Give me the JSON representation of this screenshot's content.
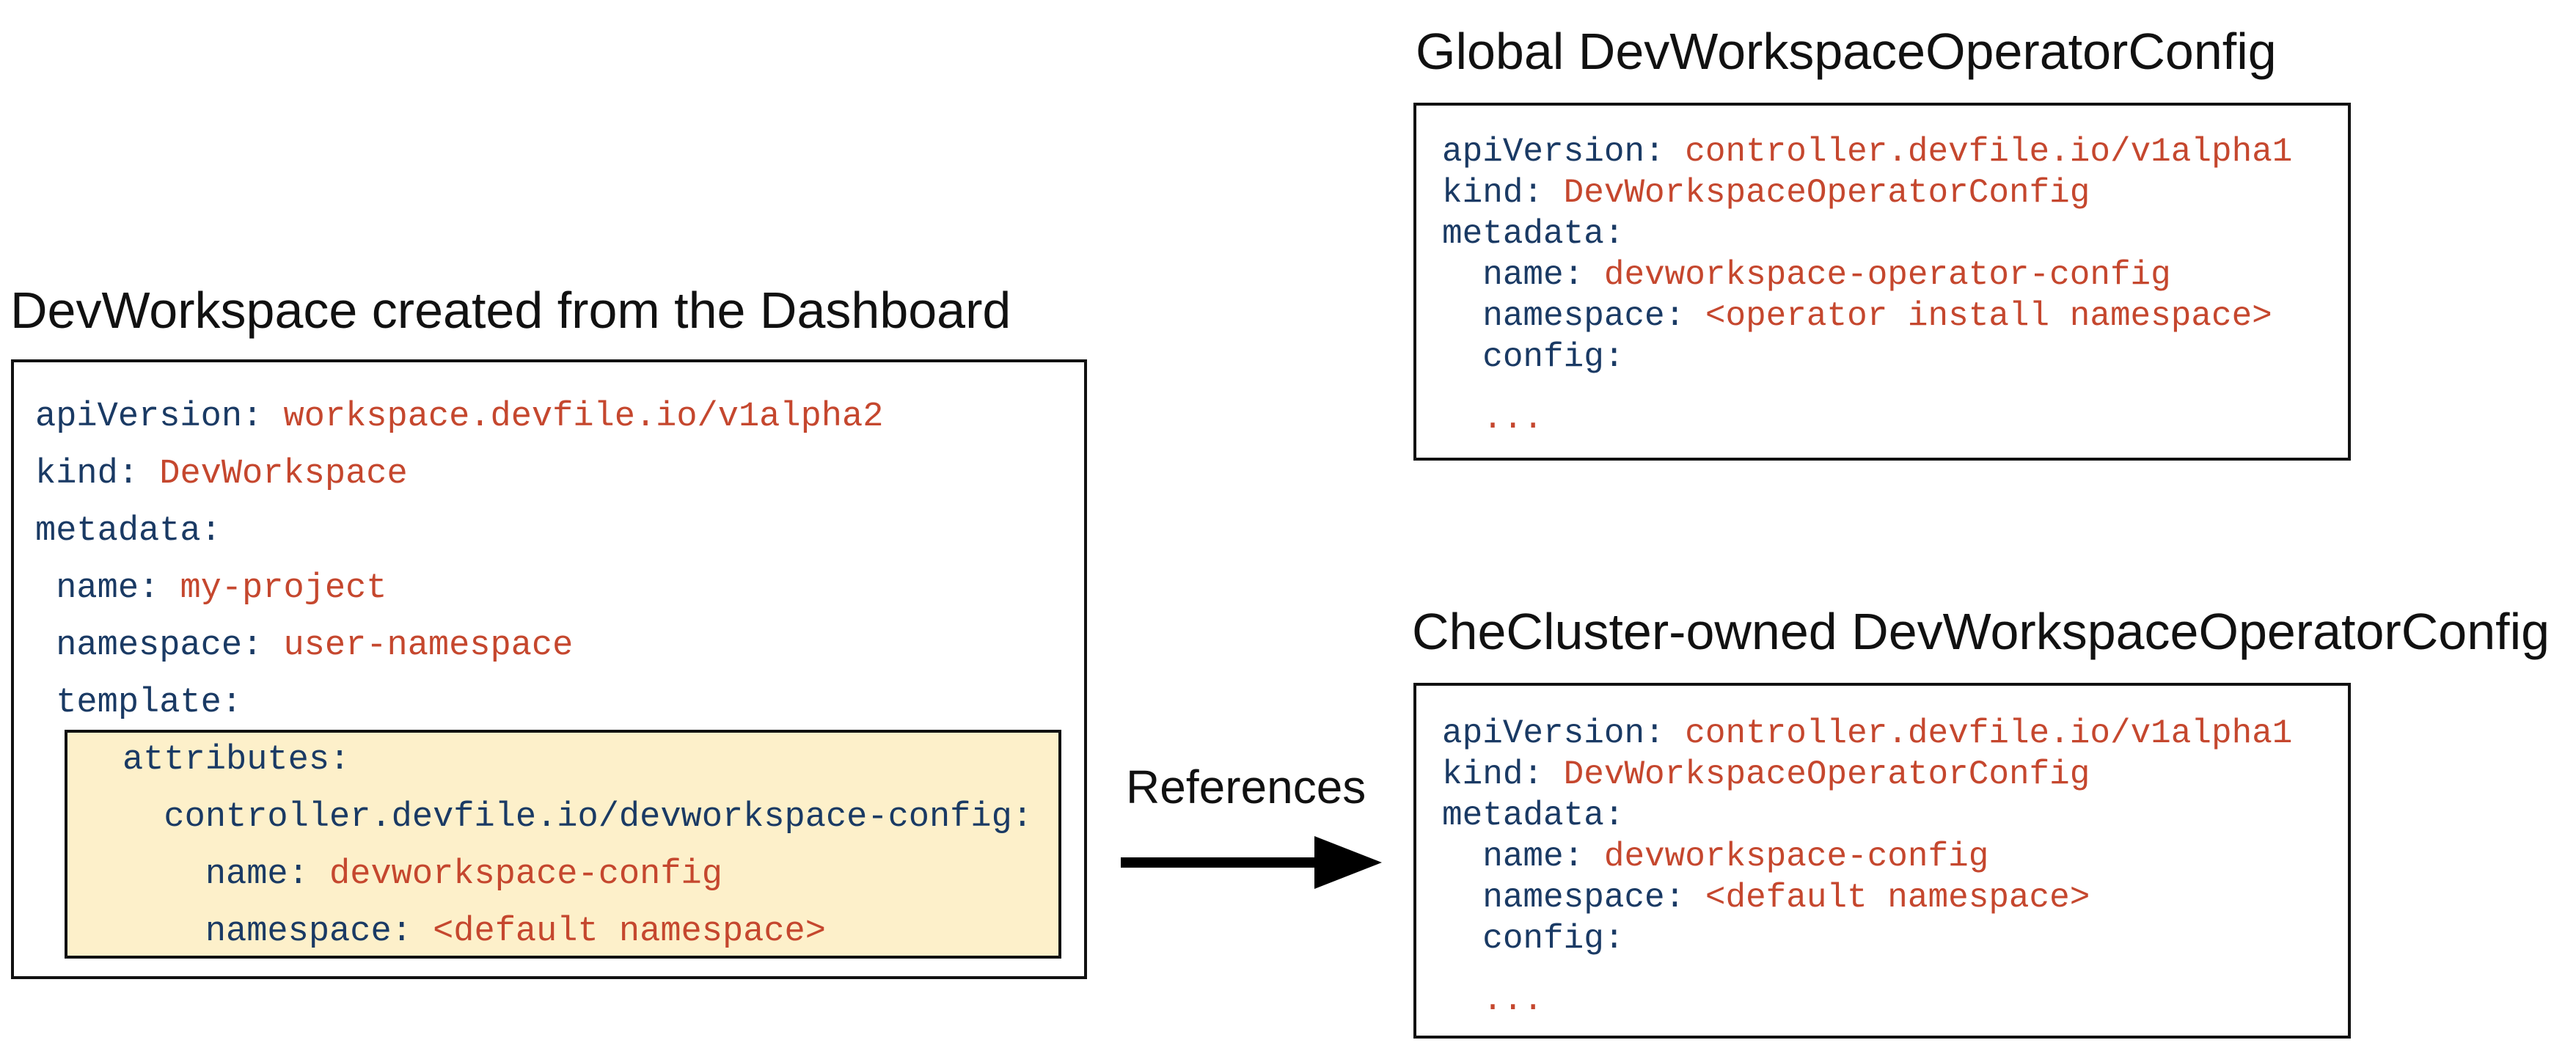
{
  "diagram": {
    "left": {
      "title": "DevWorkspace created from the Dashboard",
      "code": [
        {
          "key": "apiVersion: ",
          "val": "workspace.devfile.io/v1alpha2"
        },
        {
          "key": "kind: ",
          "val": "DevWorkspace"
        },
        {
          "key": "metadata:"
        },
        {
          "key": " name: ",
          "val": "my-project"
        },
        {
          "key": " namespace: ",
          "val": "user-namespace"
        },
        {
          "key": " template:"
        }
      ],
      "highlight_code": [
        {
          "key": "attributes:"
        },
        {
          "key": "  controller.devfile.io/devworkspace-config:"
        },
        {
          "key": "    name: ",
          "val": "devworkspace-config"
        },
        {
          "key": "    namespace: ",
          "val": "<default namespace>"
        }
      ]
    },
    "arrow": {
      "label": "References"
    },
    "top_right": {
      "title": "Global DevWorkspaceOperatorConfig",
      "code": [
        {
          "key": "apiVersion: ",
          "val": "controller.devfile.io/v1alpha1"
        },
        {
          "key": "kind: ",
          "val": "DevWorkspaceOperatorConfig"
        },
        {
          "key": "metadata:"
        },
        {
          "key": "  name: ",
          "val": "devworkspace-operator-config"
        },
        {
          "key": "  namespace: ",
          "val": "<operator install namespace>"
        },
        {
          "key": "  config:"
        },
        {
          "key": "  ",
          "val": "...",
          "gap": true
        }
      ]
    },
    "bottom_right": {
      "title": "CheCluster-owned DevWorkspaceOperatorConfig",
      "code": [
        {
          "key": "apiVersion: ",
          "val": "controller.devfile.io/v1alpha1"
        },
        {
          "key": "kind: ",
          "val": "DevWorkspaceOperatorConfig"
        },
        {
          "key": "metadata:"
        },
        {
          "key": "  name: ",
          "val": "devworkspace-config"
        },
        {
          "key": "  namespace: ",
          "val": "<default namespace>"
        },
        {
          "key": "  config:"
        },
        {
          "key": "  ",
          "val": "...",
          "gap": true
        }
      ]
    },
    "colors": {
      "yaml_key": "#1a3a64",
      "yaml_value": "#c5472e",
      "highlight_background": "#fdf0ca",
      "border": "#111111"
    }
  }
}
